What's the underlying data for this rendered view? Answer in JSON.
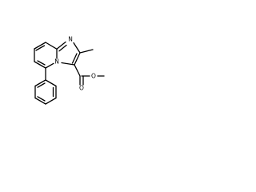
{
  "molecule": {
    "atoms": {
      "n_bridge": "N",
      "n_ring": "N",
      "o_carbonyl": "O",
      "o_ester": "O"
    }
  }
}
